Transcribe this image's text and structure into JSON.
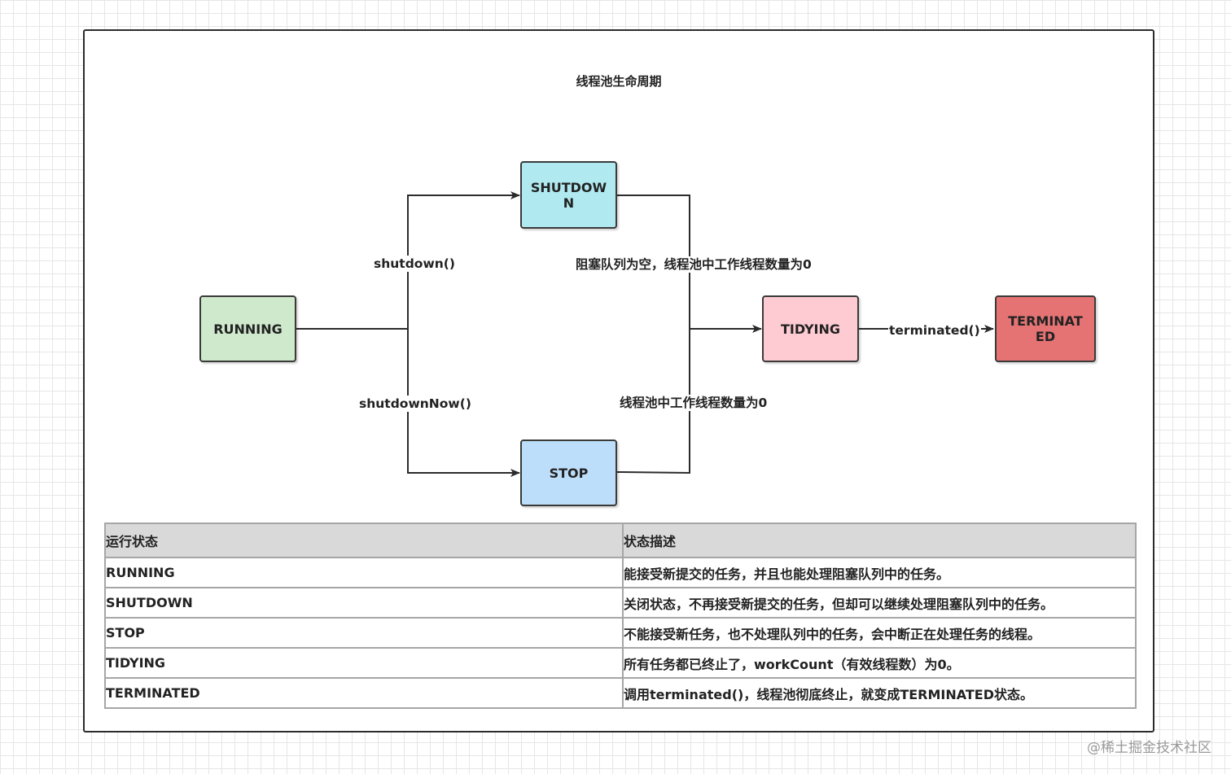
{
  "diagram": {
    "title": "线程池生命周期",
    "nodes": {
      "running": {
        "label": "RUNNING",
        "color": "#cfe9cc"
      },
      "shutdown": {
        "label": "SHUTDOWN",
        "color": "#b0eaf0"
      },
      "stop": {
        "label": "STOP",
        "color": "#bddefa"
      },
      "tidying": {
        "label": "TIDYING",
        "color": "#fecbd2"
      },
      "terminated": {
        "label": "TERMINATED",
        "color": "#e57373"
      }
    },
    "edges": {
      "to_shutdown": "shutdown()",
      "to_stop": "shutdownNow()",
      "shutdown_to_tidying": "阻塞队列为空，线程池中工作线程数量为0",
      "stop_to_tidying": "线程池中工作线程数量为0",
      "to_terminated": "terminated()"
    }
  },
  "table": {
    "headers": [
      "运行状态",
      "状态描述"
    ],
    "rows": [
      [
        "RUNNING",
        "能接受新提交的任务，并且也能处理阻塞队列中的任务。"
      ],
      [
        "SHUTDOWN",
        "关闭状态，不再接受新提交的任务，但却可以继续处理阻塞队列中的任务。"
      ],
      [
        "STOP",
        "不能接受新任务，也不处理队列中的任务，会中断正在处理任务的线程。"
      ],
      [
        "TIDYING",
        "所有任务都已终止了，workCount（有效线程数）为0。"
      ],
      [
        "TERMINATED",
        "调用terminated()，线程池彻底终止，就变成TERMINATED状态。"
      ]
    ]
  },
  "watermark": "@稀土掘金技术社区"
}
